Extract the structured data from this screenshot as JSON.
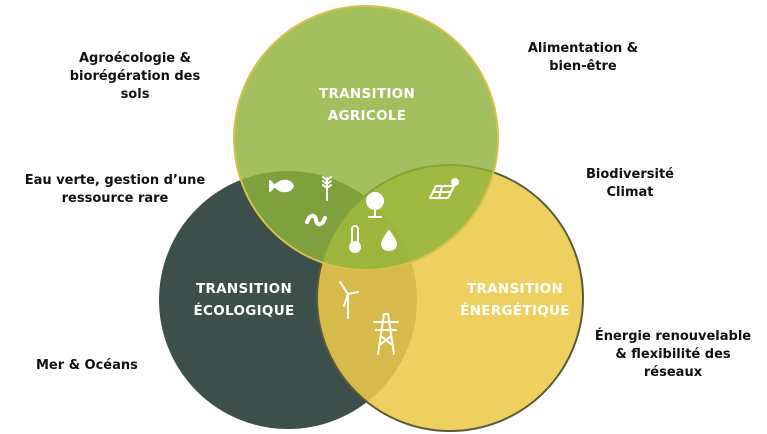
{
  "circles": {
    "agricole": {
      "lines": [
        "TRANSITION",
        "AGRICOLE"
      ],
      "color": "#8db33a"
    },
    "ecologique": {
      "lines": [
        "TRANSITION",
        "ÉCOLOGIQUE"
      ],
      "color": "#3d4f4a"
    },
    "energetique": {
      "lines": [
        "TRANSITION",
        "ÉNERGÉTIQUE"
      ],
      "color": "#ecc94b"
    }
  },
  "labels": {
    "agroecologie": [
      "Agroécologie &",
      "biorégération des",
      "sols"
    ],
    "alimentation": [
      "Alimentation &",
      "bien-être"
    ],
    "eau": [
      "Eau verte, gestion d’une",
      "ressource rare"
    ],
    "biodiversite": [
      "Biodiversité",
      "Climat"
    ],
    "mer": [
      "Mer & Océans"
    ],
    "energie": [
      "Énergie renouvelable",
      "& flexibilité des",
      "réseaux"
    ]
  },
  "icons": [
    "fish-icon",
    "wheat-icon",
    "worm-icon",
    "tree-icon",
    "thermometer-icon",
    "water-drop-icon",
    "solar-panel-icon",
    "wind-turbine-icon",
    "power-pylon-icon"
  ]
}
